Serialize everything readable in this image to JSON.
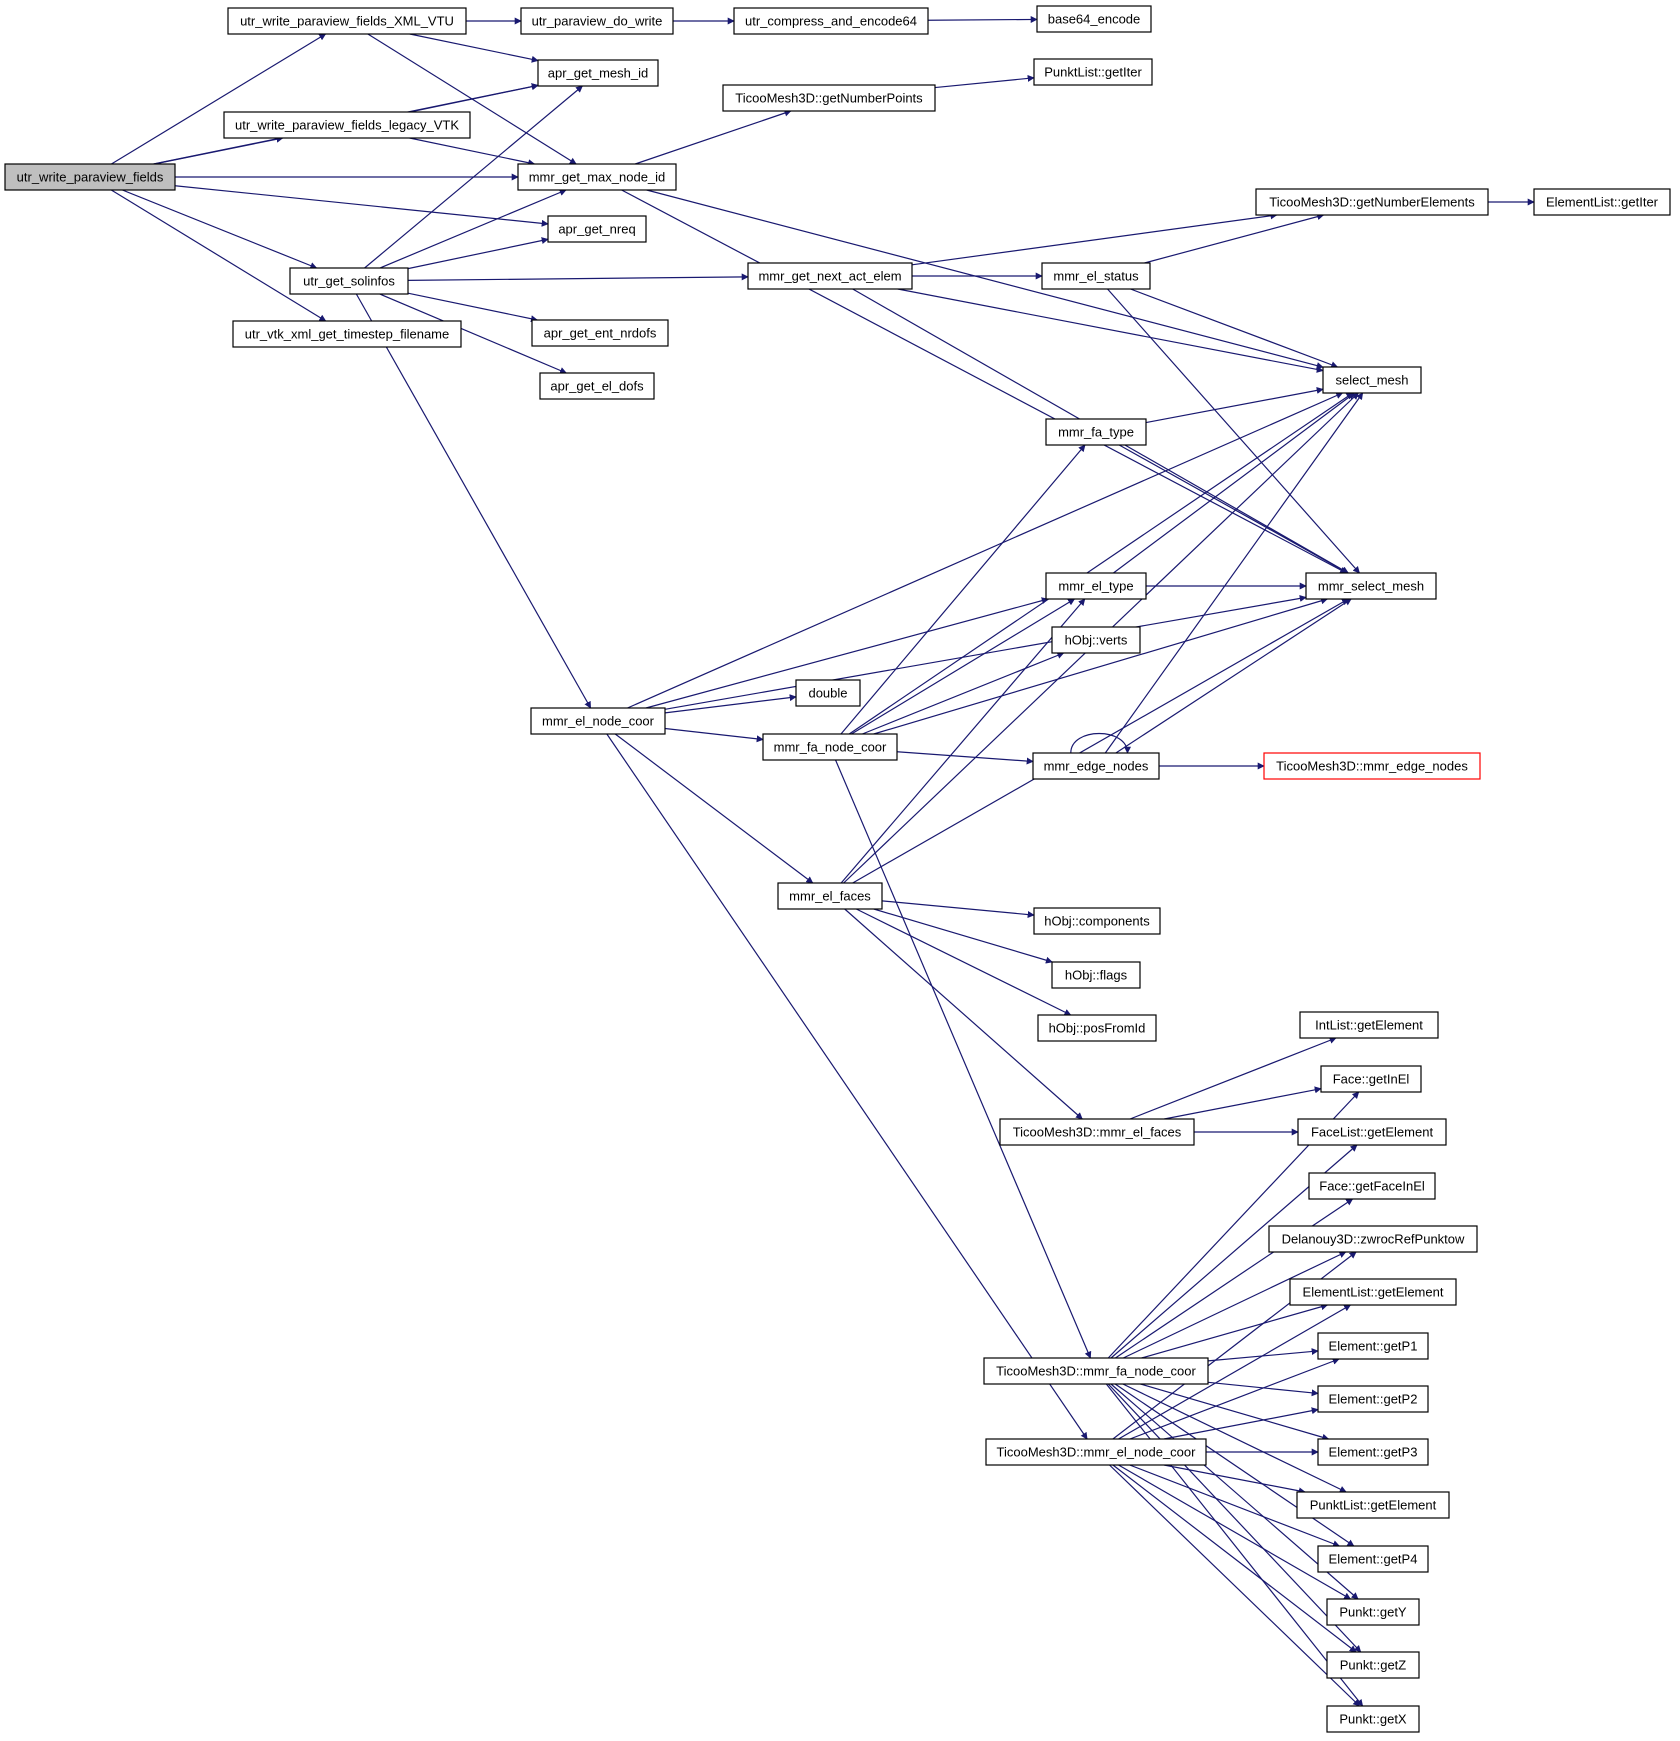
{
  "colors": {
    "edge": "#191970",
    "node_border": "#000000",
    "root_fill": "#bfbfbf",
    "truncated_border": "#ff0000"
  },
  "nodes": [
    {
      "id": "root",
      "label": "utr_write_paraview_fields",
      "kind": "root"
    },
    {
      "id": "xml",
      "label": "utr_write_paraview_fields_XML_VTU"
    },
    {
      "id": "legacy",
      "label": "utr_write_paraview_fields_legacy_VTK"
    },
    {
      "id": "solinfos",
      "label": "utr_get_solinfos"
    },
    {
      "id": "vtkxml",
      "label": "utr_vtk_xml_get_timestep_filename"
    },
    {
      "id": "dowrite",
      "label": "utr_paraview_do_write"
    },
    {
      "id": "compress",
      "label": "utr_compress_and_encode64"
    },
    {
      "id": "b64",
      "label": "base64_encode"
    },
    {
      "id": "meshid",
      "label": "apr_get_mesh_id"
    },
    {
      "id": "maxnode",
      "label": "mmr_get_max_node_id"
    },
    {
      "id": "nreq",
      "label": "apr_get_nreq"
    },
    {
      "id": "entnrdofs",
      "label": "apr_get_ent_nrdofs"
    },
    {
      "id": "eldofs",
      "label": "apr_get_el_dofs"
    },
    {
      "id": "getnumpts",
      "label": "TicooMesh3D::getNumberPoints"
    },
    {
      "id": "pktiter",
      "label": "PunktList::getIter"
    },
    {
      "id": "getnumel",
      "label": "TicooMesh3D::getNumberElements"
    },
    {
      "id": "eliter",
      "label": "ElementList::getIter"
    },
    {
      "id": "nextact",
      "label": "mmr_get_next_act_elem"
    },
    {
      "id": "elstatus",
      "label": "mmr_el_status"
    },
    {
      "id": "selmesh",
      "label": "select_mesh"
    },
    {
      "id": "fatype",
      "label": "mmr_fa_type"
    },
    {
      "id": "mmrselmesh",
      "label": "mmr_select_mesh"
    },
    {
      "id": "eltype",
      "label": "mmr_el_type"
    },
    {
      "id": "verts",
      "label": "hObj::verts"
    },
    {
      "id": "double",
      "label": "double"
    },
    {
      "id": "elnode",
      "label": "mmr_el_node_coor"
    },
    {
      "id": "fanode",
      "label": "mmr_fa_node_coor"
    },
    {
      "id": "edgenodes",
      "label": "mmr_edge_nodes"
    },
    {
      "id": "tmedgenodes",
      "label": "TicooMesh3D::mmr_edge_nodes",
      "kind": "red"
    },
    {
      "id": "elfaces",
      "label": "mmr_el_faces"
    },
    {
      "id": "components",
      "label": "hObj::components"
    },
    {
      "id": "flags",
      "label": "hObj::flags"
    },
    {
      "id": "posfromid",
      "label": "hObj::posFromId"
    },
    {
      "id": "intlget",
      "label": "IntList::getElement"
    },
    {
      "id": "faceinel",
      "label": "Face::getInEl"
    },
    {
      "id": "tmelfaces",
      "label": "TicooMesh3D::mmr_el_faces"
    },
    {
      "id": "facelget",
      "label": "FaceList::getElement"
    },
    {
      "id": "facefaceinel",
      "label": "Face::getFaceInEl"
    },
    {
      "id": "delan",
      "label": "Delanouy3D::zwrocRefPunktow"
    },
    {
      "id": "ellget",
      "label": "ElementList::getElement"
    },
    {
      "id": "tmfanode",
      "label": "TicooMesh3D::mmr_fa_node_coor"
    },
    {
      "id": "getp1",
      "label": "Element::getP1"
    },
    {
      "id": "getp2",
      "label": "Element::getP2"
    },
    {
      "id": "tmelnode",
      "label": "TicooMesh3D::mmr_el_node_coor"
    },
    {
      "id": "getp3",
      "label": "Element::getP3"
    },
    {
      "id": "pklget",
      "label": "PunktList::getElement"
    },
    {
      "id": "getp4",
      "label": "Element::getP4"
    },
    {
      "id": "gety",
      "label": "Punkt::getY"
    },
    {
      "id": "getz",
      "label": "Punkt::getZ"
    },
    {
      "id": "getx",
      "label": "Punkt::getX"
    }
  ],
  "edges": [
    [
      "root",
      "xml"
    ],
    [
      "root",
      "meshid"
    ],
    [
      "root",
      "legacy"
    ],
    [
      "root",
      "maxnode"
    ],
    [
      "root",
      "nreq"
    ],
    [
      "root",
      "solinfos"
    ],
    [
      "root",
      "vtkxml"
    ],
    [
      "xml",
      "dowrite"
    ],
    [
      "xml",
      "meshid"
    ],
    [
      "xml",
      "maxnode"
    ],
    [
      "legacy",
      "meshid"
    ],
    [
      "legacy",
      "maxnode"
    ],
    [
      "dowrite",
      "compress"
    ],
    [
      "compress",
      "b64"
    ],
    [
      "solinfos",
      "meshid"
    ],
    [
      "solinfos",
      "maxnode"
    ],
    [
      "solinfos",
      "nreq"
    ],
    [
      "solinfos",
      "nextact"
    ],
    [
      "solinfos",
      "entnrdofs"
    ],
    [
      "solinfos",
      "eldofs"
    ],
    [
      "solinfos",
      "elnode"
    ],
    [
      "maxnode",
      "getnumpts"
    ],
    [
      "maxnode",
      "selmesh"
    ],
    [
      "maxnode",
      "mmrselmesh"
    ],
    [
      "getnumpts",
      "pktiter"
    ],
    [
      "nextact",
      "getnumel"
    ],
    [
      "nextact",
      "selmesh"
    ],
    [
      "nextact",
      "elstatus"
    ],
    [
      "nextact",
      "mmrselmesh"
    ],
    [
      "getnumel",
      "eliter"
    ],
    [
      "elstatus",
      "getnumel"
    ],
    [
      "elstatus",
      "selmesh"
    ],
    [
      "elstatus",
      "mmrselmesh"
    ],
    [
      "fatype",
      "selmesh"
    ],
    [
      "fatype",
      "mmrselmesh"
    ],
    [
      "eltype",
      "selmesh"
    ],
    [
      "eltype",
      "mmrselmesh"
    ],
    [
      "elnode",
      "selmesh"
    ],
    [
      "elnode",
      "eltype"
    ],
    [
      "elnode",
      "double"
    ],
    [
      "elnode",
      "fanode"
    ],
    [
      "elnode",
      "elfaces"
    ],
    [
      "elnode",
      "mmrselmesh"
    ],
    [
      "elnode",
      "tmelnode"
    ],
    [
      "fanode",
      "selmesh"
    ],
    [
      "fanode",
      "fatype"
    ],
    [
      "fanode",
      "eltype"
    ],
    [
      "fanode",
      "verts"
    ],
    [
      "fanode",
      "edgenodes"
    ],
    [
      "fanode",
      "mmrselmesh"
    ],
    [
      "fanode",
      "tmfanode"
    ],
    [
      "edgenodes",
      "edgenodes"
    ],
    [
      "edgenodes",
      "selmesh"
    ],
    [
      "edgenodes",
      "mmrselmesh"
    ],
    [
      "edgenodes",
      "tmedgenodes"
    ],
    [
      "elfaces",
      "eltype"
    ],
    [
      "elfaces",
      "mmrselmesh"
    ],
    [
      "elfaces",
      "selmesh"
    ],
    [
      "elfaces",
      "components"
    ],
    [
      "elfaces",
      "flags"
    ],
    [
      "elfaces",
      "posfromid"
    ],
    [
      "elfaces",
      "tmelfaces"
    ],
    [
      "tmelfaces",
      "intlget"
    ],
    [
      "tmelfaces",
      "faceinel"
    ],
    [
      "tmelfaces",
      "facelget"
    ],
    [
      "tmfanode",
      "faceinel"
    ],
    [
      "tmfanode",
      "facelget"
    ],
    [
      "tmfanode",
      "facefaceinel"
    ],
    [
      "tmfanode",
      "delan"
    ],
    [
      "tmfanode",
      "ellget"
    ],
    [
      "tmfanode",
      "getp1"
    ],
    [
      "tmfanode",
      "getp2"
    ],
    [
      "tmfanode",
      "getp3"
    ],
    [
      "tmfanode",
      "pklget"
    ],
    [
      "tmfanode",
      "getp4"
    ],
    [
      "tmfanode",
      "gety"
    ],
    [
      "tmfanode",
      "getz"
    ],
    [
      "tmfanode",
      "getx"
    ],
    [
      "tmelnode",
      "delan"
    ],
    [
      "tmelnode",
      "ellget"
    ],
    [
      "tmelnode",
      "getp1"
    ],
    [
      "tmelnode",
      "getp2"
    ],
    [
      "tmelnode",
      "getp3"
    ],
    [
      "tmelnode",
      "pklget"
    ],
    [
      "tmelnode",
      "getp4"
    ],
    [
      "tmelnode",
      "gety"
    ],
    [
      "tmelnode",
      "getz"
    ],
    [
      "tmelnode",
      "getx"
    ]
  ]
}
